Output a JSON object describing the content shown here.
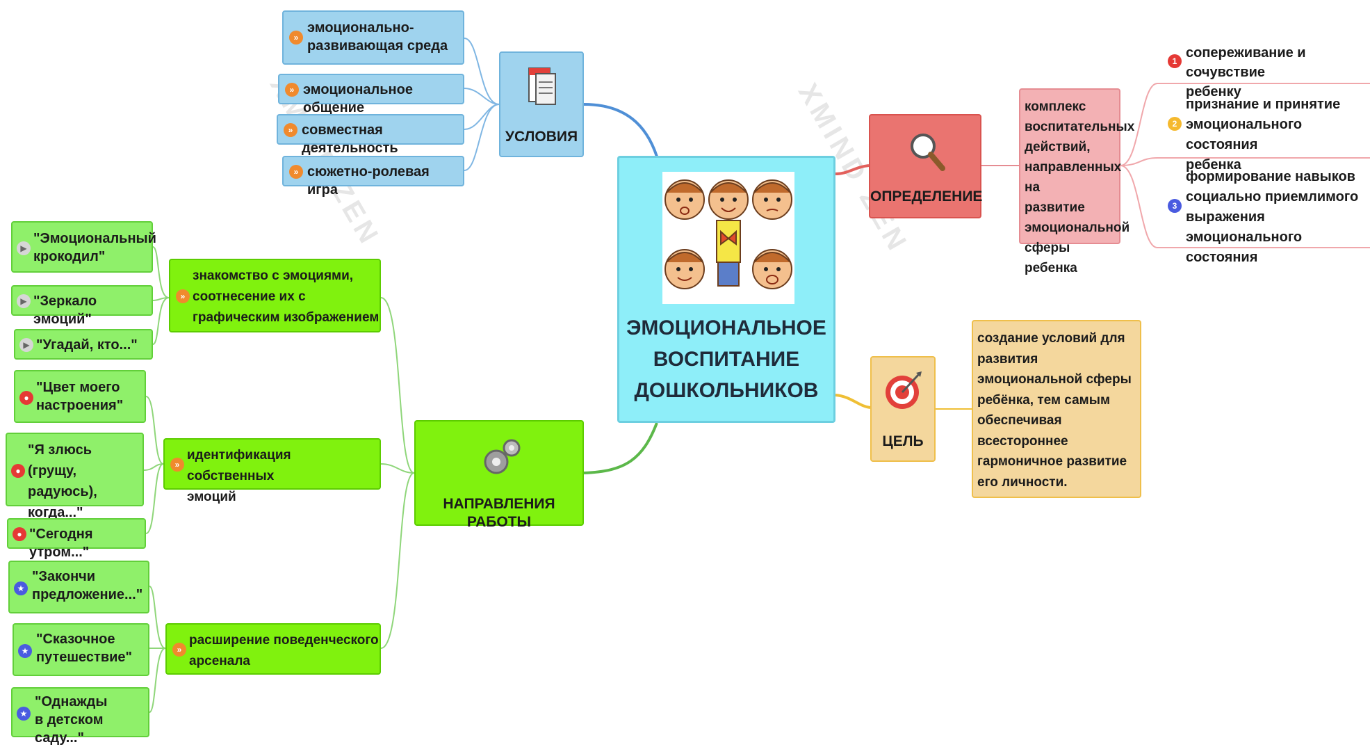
{
  "center": {
    "title_lines": [
      "ЭМОЦИОНАЛЬНОЕ",
      "ВОСПИТАНИЕ",
      "ДОШКОЛЬНИКОВ"
    ]
  },
  "usloviya": {
    "label": "УСЛОВИЯ",
    "items": [
      "эмоционально-\nразвивающая среда",
      "эмоциональное общение",
      "совместная деятельность",
      "сюжетно-ролевая игра"
    ]
  },
  "opredelenie": {
    "label": "ОПРЕДЕЛЕНИЕ",
    "text": "комплекс\nвоспитательных\nдействий,\nнаправленных на\nразвитие\nэмоциональной\nсферы ребенка",
    "items": [
      {
        "num": "1",
        "text": "сопереживание и сочувствие\nребенку"
      },
      {
        "num": "2",
        "text": "признание и принятие\nэмоционального состояния\nребенка"
      },
      {
        "num": "3",
        "text": "формирование навыков\nсоциально приемлимого\nвыражения эмоционального\nсостояния"
      }
    ]
  },
  "cel": {
    "label": "ЦЕЛЬ",
    "text": "создание условий для\nразвития\nэмоциональной сферы\nребёнка, тем самым\nобеспечивая\nвсестороннее\nгармоничное развитие\nего личности."
  },
  "napravleniya": {
    "label": "НАПРАВЛЕНИЯ РАБОТЫ",
    "groups": [
      {
        "text": "знакомство с эмоциями,\nсоотнесение их с\nграфическим изображением",
        "games": [
          "\"Эмоциональный\nкрокодил\"",
          "\"Зеркало эмоций\"",
          "\"Угадай, кто...\""
        ]
      },
      {
        "text": "идентификация собственных\nэмоций",
        "games": [
          "\"Цвет моего\nнастроения\"",
          "\"Я злюсь (грущу,\nрадуюсь),\nкогда...\"",
          "\"Сегодня утром...\""
        ]
      },
      {
        "text": "расширение поведенческого\nарсенала",
        "games": [
          "\"Закончи\nпредложение...\"",
          "\"Сказочное\nпутешествие\"",
          "\"Однажды\nв детском саду...\""
        ]
      }
    ]
  },
  "colors": {
    "blue_branch": "#4f8fd6",
    "red_branch": "#e2605c",
    "yellow_branch": "#efbf35",
    "green_branch": "#5cb84a"
  }
}
